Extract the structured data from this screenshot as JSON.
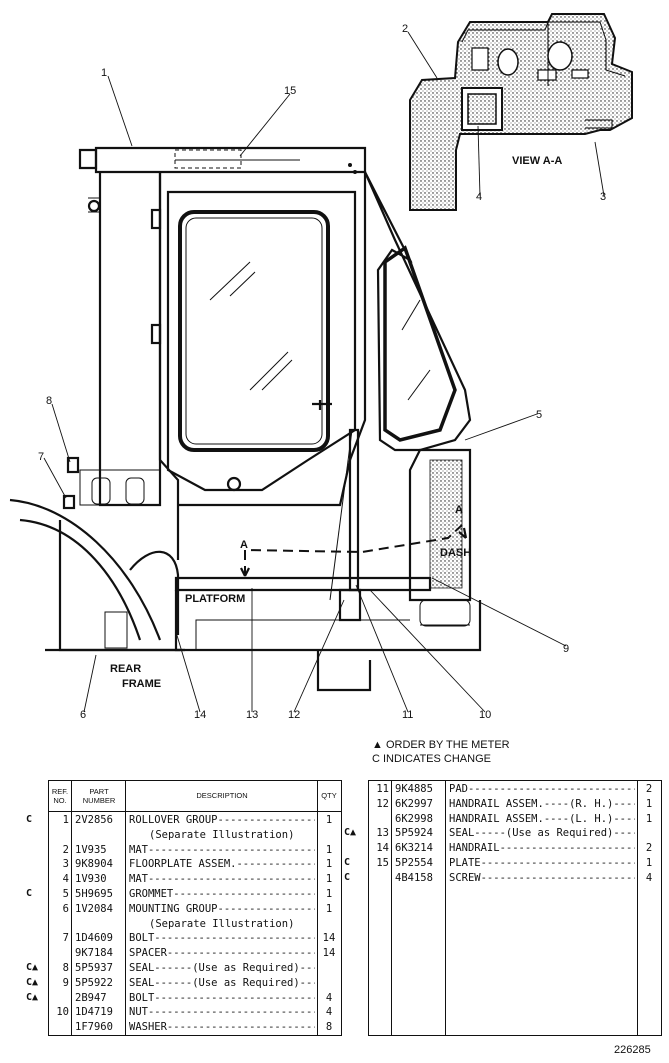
{
  "drawing": {
    "callouts": [
      "1",
      "2",
      "3",
      "4",
      "5",
      "6",
      "7",
      "8",
      "9",
      "10",
      "11",
      "12",
      "13",
      "14",
      "15"
    ],
    "labels": {
      "view": "VIEW A-A",
      "dash": "DASH",
      "platform": "PLATFORM",
      "rear": "REAR",
      "frame": "FRAME",
      "section_a": "A"
    }
  },
  "legend": {
    "line1": "▲ ORDER BY THE METER",
    "line2": "C  INDICATES CHANGE"
  },
  "table_headers": {
    "ref": "REF. NO.",
    "part": "PART NUMBER",
    "desc": "DESCRIPTION",
    "qty": "QTY"
  },
  "left_rows": [
    {
      "mark": "C",
      "ref": "1",
      "part": "2V2856",
      "desc": "ROLLOVER GROUP------------------",
      "qty": "1"
    },
    {
      "mark": "",
      "ref": "",
      "part": "",
      "desc": "(Separate Illustration)",
      "qty": ""
    },
    {
      "mark": "",
      "ref": "2",
      "part": "1V935",
      "desc": "MAT----------------------------",
      "qty": "1"
    },
    {
      "mark": "",
      "ref": "3",
      "part": "9K8904",
      "desc": "FLOORPLATE ASSEM.--------------",
      "qty": "1"
    },
    {
      "mark": "",
      "ref": "4",
      "part": "1V930",
      "desc": "MAT----------------------------",
      "qty": "1"
    },
    {
      "mark": "C",
      "ref": "5",
      "part": "5H9695",
      "desc": "GROMMET------------------------",
      "qty": "1"
    },
    {
      "mark": "",
      "ref": "6",
      "part": "1V2084",
      "desc": "MOUNTING GROUP-----------------",
      "qty": "1"
    },
    {
      "mark": "",
      "ref": "",
      "part": "",
      "desc": "(Separate Illustration)",
      "qty": ""
    },
    {
      "mark": "",
      "ref": "7",
      "part": "1D4609",
      "desc": "BOLT---------------------------",
      "qty": "14"
    },
    {
      "mark": "",
      "ref": "",
      "part": "9K7184",
      "desc": "SPACER-------------------------",
      "qty": "14"
    },
    {
      "mark": "C▲",
      "ref": "8",
      "part": "5P5937",
      "desc": "SEAL------(Use as Required)----",
      "qty": ""
    },
    {
      "mark": "C▲",
      "ref": "9",
      "part": "5P5922",
      "desc": "SEAL------(Use as Required)----",
      "qty": ""
    },
    {
      "mark": "C▲",
      "ref": "",
      "part": "2B947",
      "desc": "BOLT---------------------------",
      "qty": "4"
    },
    {
      "mark": "",
      "ref": "10",
      "part": "1D4719",
      "desc": "NUT----------------------------",
      "qty": "4"
    },
    {
      "mark": "",
      "ref": "",
      "part": "1F7960",
      "desc": "WASHER-------------------------",
      "qty": "8"
    }
  ],
  "right_rows": [
    {
      "mark": "",
      "ref": "11",
      "part": "9K4885",
      "desc": "PAD-----------------------------",
      "qty": "2"
    },
    {
      "mark": "",
      "ref": "12",
      "part": "6K2997",
      "desc": "HANDRAIL ASSEM.----(R. H.)-----",
      "qty": "1"
    },
    {
      "mark": "",
      "ref": "",
      "part": "6K2998",
      "desc": "HANDRAIL ASSEM.----(L. H.)-----",
      "qty": "1"
    },
    {
      "mark": "C▲",
      "ref": "13",
      "part": "5P5924",
      "desc": "SEAL-----(Use as Required)-----",
      "qty": ""
    },
    {
      "mark": "",
      "ref": "14",
      "part": "6K3214",
      "desc": "HANDRAIL------------------------",
      "qty": "2"
    },
    {
      "mark": "C",
      "ref": "15",
      "part": "5P2554",
      "desc": "PLATE---------------------------",
      "qty": "1"
    },
    {
      "mark": "C",
      "ref": "",
      "part": "4B4158",
      "desc": "SCREW---------------------------",
      "qty": "4"
    }
  ],
  "doc_number": "226285"
}
